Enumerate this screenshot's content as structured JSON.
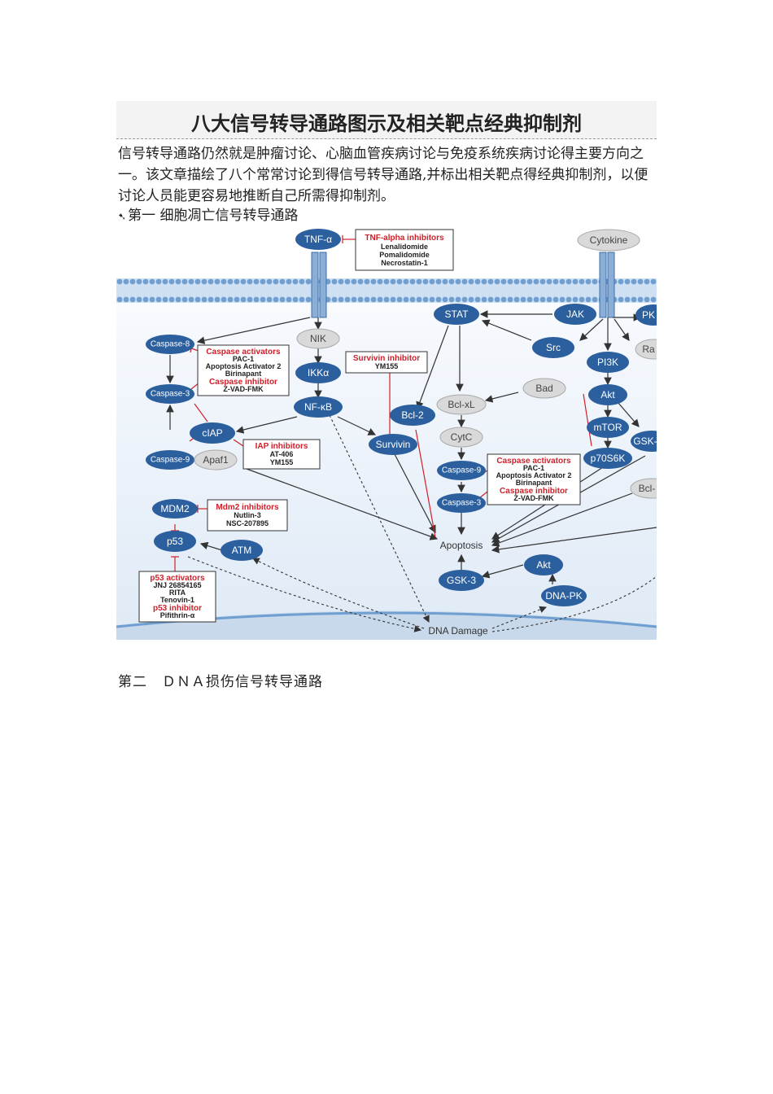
{
  "title": "八大信号转导通路图示及相关靶点经典抑制剂",
  "intro": "信号转导通路仍然就是肿瘤讨论、心脑血管疾病讨论与免疫系统疾病讨论得主要方向之一。该文章描绘了八个常常讨论到得信号转导通路,并标出相关靶点得经典抑制剂，以便讨论人员能更容易地推断自己所需得抑制剂。",
  "section1": "第一 细胞凋亡信号转导通路",
  "section2": "第二　ＤＮＡ损伤信号转导通路",
  "diagram": {
    "nodes": {
      "tnf": "TNF-α",
      "cytokine": "Cytokine",
      "nik": "NIK",
      "ikk": "IKKα",
      "nfkb": "NF-κB",
      "casp8": "Caspase-8",
      "casp3a": "Caspase-3",
      "casp9a": "Caspase-9",
      "apaf1": "Apaf1",
      "ciap": "cIAP",
      "stat": "STAT",
      "jak": "JAK",
      "pk": "PK",
      "src": "Src",
      "ra": "Ra",
      "pi3k": "PI3K",
      "akt1": "Akt",
      "mtor": "mTOR",
      "p70": "p70S6K",
      "gsk_r": "GSK-",
      "bad": "Bad",
      "bclxl": "Bcl-xL",
      "bcl2": "Bcl-2",
      "cytc": "CytC",
      "casp9b": "Caspase-9",
      "casp3b": "Caspase-3",
      "survivin": "Survivin",
      "bclr": "Bcl-",
      "mdm2": "MDM2",
      "p53": "p53",
      "atm": "ATM",
      "apoptosis": "Apoptosis",
      "gsk3": "GSK-3",
      "akt2": "Akt",
      "dnapk": "DNA-PK",
      "dnadamage": "DNA Damage"
    },
    "boxes": {
      "tnf_inh": {
        "head": "TNF-alpha inhibitors",
        "items": [
          "Lenalidomide",
          "Pomalidomide",
          "Necrostatin-1"
        ]
      },
      "casp_left": {
        "head": "Caspase activators",
        "items": [
          "PAC-1",
          "Apoptosis Activator 2",
          "Birinapant"
        ],
        "head2": "Caspase inhibitor",
        "items2": [
          "Z-VAD-FMK"
        ]
      },
      "surv_inh": {
        "head": "Survivin inhibitor",
        "items": [
          "YM155"
        ]
      },
      "iap_inh": {
        "head": "IAP inhibitors",
        "items": [
          "AT-406",
          "YM155"
        ]
      },
      "casp_mid": {
        "head": "Caspase activators",
        "items": [
          "PAC-1",
          "Apoptosis Activator 2",
          "Birinapant"
        ],
        "head2": "Caspase inhibitor",
        "items2": [
          "Z-VAD-FMK"
        ]
      },
      "mdm2_inh": {
        "head": "Mdm2 inhibitors",
        "items": [
          "Nutlin-3",
          "NSC-207895"
        ]
      },
      "p53_box": {
        "head": "p53 activators",
        "items": [
          "JNJ 26854165",
          "RITA",
          "Tenovin-1"
        ],
        "head2": "p53 inhibitor",
        "items2": [
          "Pifithrin-α"
        ]
      }
    },
    "colors": {
      "node": "#2b5f9e",
      "grey_node": "#d9d9d9",
      "inhibit": "#d0202a",
      "membrane": "#6f9fd0",
      "bg": "#e9f2fa"
    }
  }
}
